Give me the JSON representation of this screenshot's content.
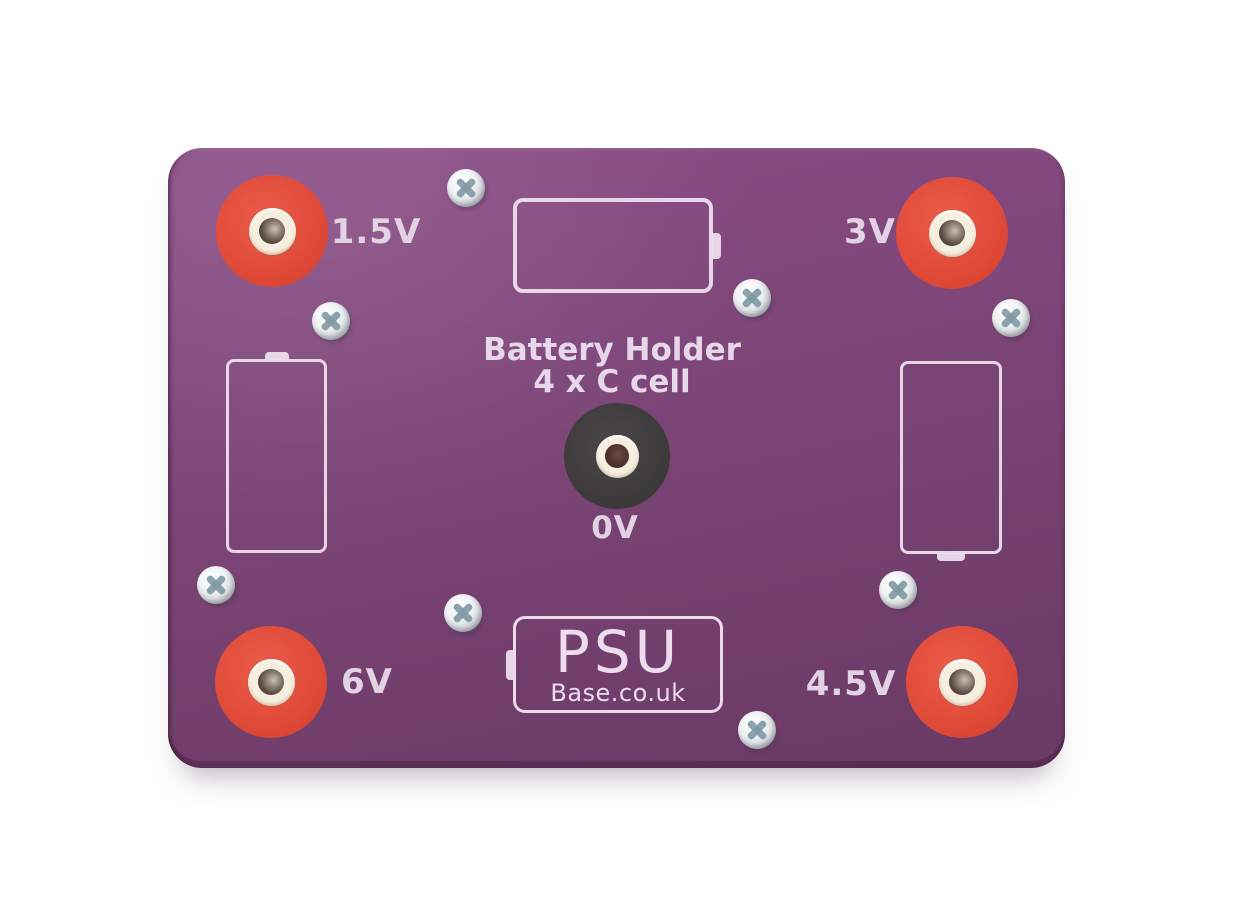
{
  "product": {
    "title_line1": "Battery Holder",
    "title_line2": "4 x C cell"
  },
  "brand": {
    "name": "PSU",
    "domain": "Base.co.uk"
  },
  "terminals": {
    "top_left": {
      "label": "1.5V",
      "type": "positive-red"
    },
    "top_right": {
      "label": "3V",
      "type": "positive-red"
    },
    "center": {
      "label": "0V",
      "type": "common-black"
    },
    "bottom_left": {
      "label": "6V",
      "type": "positive-red"
    },
    "bottom_right": {
      "label": "4.5V",
      "type": "positive-red"
    }
  },
  "colors": {
    "background": "#ffffff",
    "board_purple": "#7c4477",
    "terminal_red": "#e04b3a",
    "terminal_black": "#3c393a",
    "silkscreen": "#e6d7e8",
    "screw_silver": "#d9dde0"
  },
  "hardware": {
    "screw_count": 8,
    "screw_icon": "phillips-screw-icon"
  },
  "graphics": {
    "battery_outline_count": 3
  }
}
